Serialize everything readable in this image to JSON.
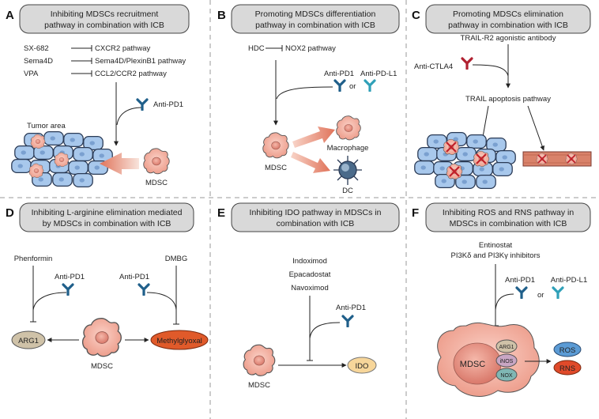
{
  "panels": [
    {
      "letter": "A",
      "title": [
        "Inhibiting MDSCs recruitment",
        "pathway in combination with ICB"
      ],
      "inhibitors": [
        {
          "drug": "SX-682",
          "target": "CXCR2 pathway"
        },
        {
          "drug": "Sema4D",
          "target": "Sema4D/PlexinB1 pathway"
        },
        {
          "drug": "VPA",
          "target": "CCL2/CCR2 pathway"
        }
      ],
      "antibody": "Anti-PD1",
      "tumor_label": "Tumor area",
      "cell_label": "MDSC"
    },
    {
      "letter": "B",
      "title": [
        "Promoting MDSCs differentiation",
        "pathway in combination with ICB"
      ],
      "drug": "HDC",
      "target": "NOX2 pathway",
      "antibody1": "Anti-PD1",
      "or": "or",
      "antibody2": "Anti-PD-L1",
      "cell_label": "MDSC",
      "macrophage": "Macrophage",
      "dc": "DC"
    },
    {
      "letter": "C",
      "title": [
        "Promoting MDSCs elimination",
        "pathway in combination with ICB"
      ],
      "agonist": "TRAIL-R2 agonistic antibody",
      "antibody": "Anti-CTLA4",
      "pathway": "TRAIL apoptosis pathway"
    },
    {
      "letter": "D",
      "title": [
        "Inhibiting L-arginine elimination mediated",
        "by MDSCs in combination with ICB"
      ],
      "drug1": "Phenformin",
      "drug2": "DMBG",
      "antibody1": "Anti-PD1",
      "antibody2": "Anti-PD1",
      "arg1": "ARG1",
      "methyl": "Methylglyoxal",
      "cell_label": "MDSC"
    },
    {
      "letter": "E",
      "title": [
        "Inhibiting IDO pathway in MDSCs in",
        "combination with ICB"
      ],
      "drugs": [
        "Indoximod",
        "Epacadostat",
        "Navoximod"
      ],
      "antibody": "Anti-PD1",
      "ido": "IDO",
      "cell_label": "MDSC"
    },
    {
      "letter": "F",
      "title": [
        "Inhibiting ROS and RNS pathway in",
        "MDSCs in combination with ICB"
      ],
      "drugs": [
        "Entinostat",
        "PI3Kδ and PI3Kγ inhibitors"
      ],
      "antibody1": "Anti-PD1",
      "or": "or",
      "antibody2": "Anti-PD-L1",
      "cell_label": "MDSC",
      "enzymes": [
        "ARG1",
        "iNOS",
        "NOX"
      ],
      "ros": "ROS",
      "rns": "RNS"
    }
  ],
  "colors": {
    "box": "#d9d9d9",
    "cell": "#f2a89a",
    "tumor": "#a8c8ec",
    "arrow": "#e88a74",
    "antibody_blue": "#1f5f8a",
    "antibody_teal": "#2fa0b8",
    "antibody_red": "#b02030",
    "methyl": "#e05a2a",
    "arg1": "#cfc2a8",
    "ido": "#f7d69a",
    "ros": "#5b9bd5",
    "rns": "#e04a2a"
  }
}
